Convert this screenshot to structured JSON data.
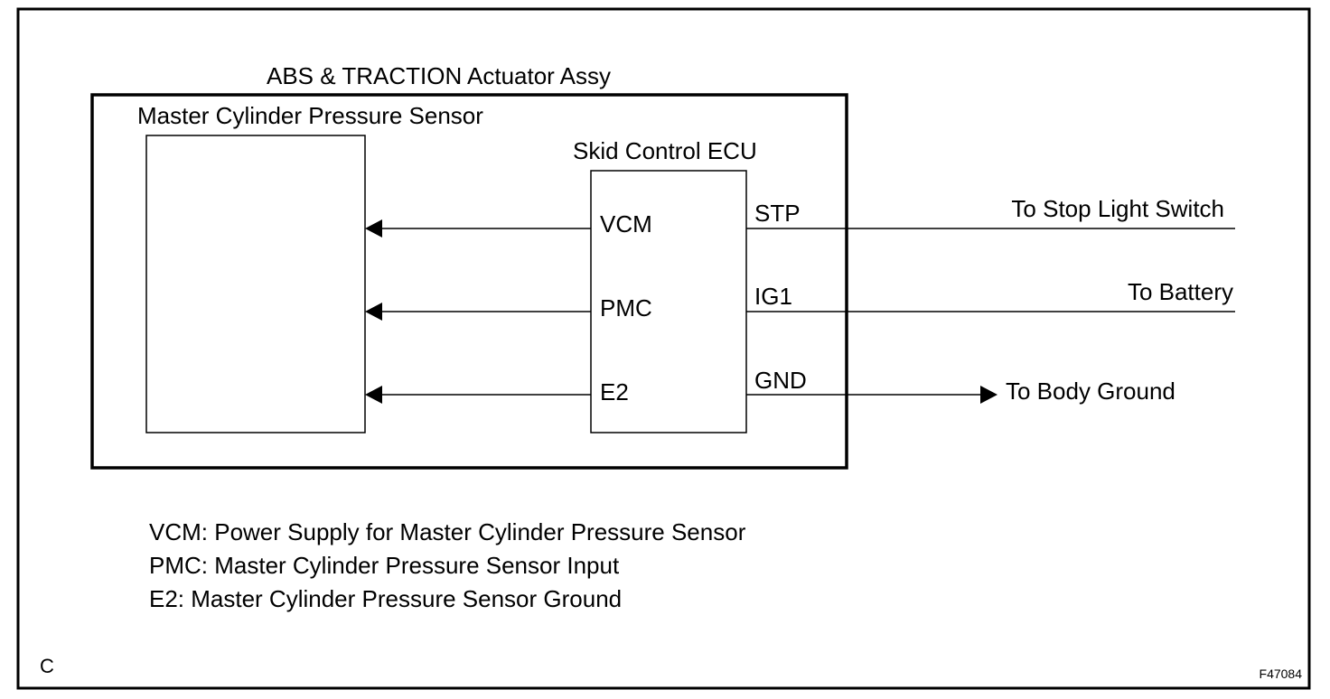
{
  "diagram": {
    "assembly_label": "ABS & TRACTION Actuator Assy",
    "sensor_label": "Master Cylinder Pressure Sensor",
    "ecu_label": "Skid Control ECU",
    "ecu_left_terminals": [
      "VCM",
      "PMC",
      "E2"
    ],
    "ecu_right_terminals": [
      "STP",
      "IG1",
      "GND"
    ],
    "external_connections": [
      "To Stop Light Switch",
      "To Battery",
      "To Body Ground"
    ]
  },
  "legend": [
    "VCM: Power Supply for Master Cylinder Pressure Sensor",
    "PMC: Master Cylinder Pressure Sensor Input",
    "E2: Master Cylinder Pressure Sensor Ground"
  ],
  "corner_label": "C",
  "figure_id": "F47084"
}
